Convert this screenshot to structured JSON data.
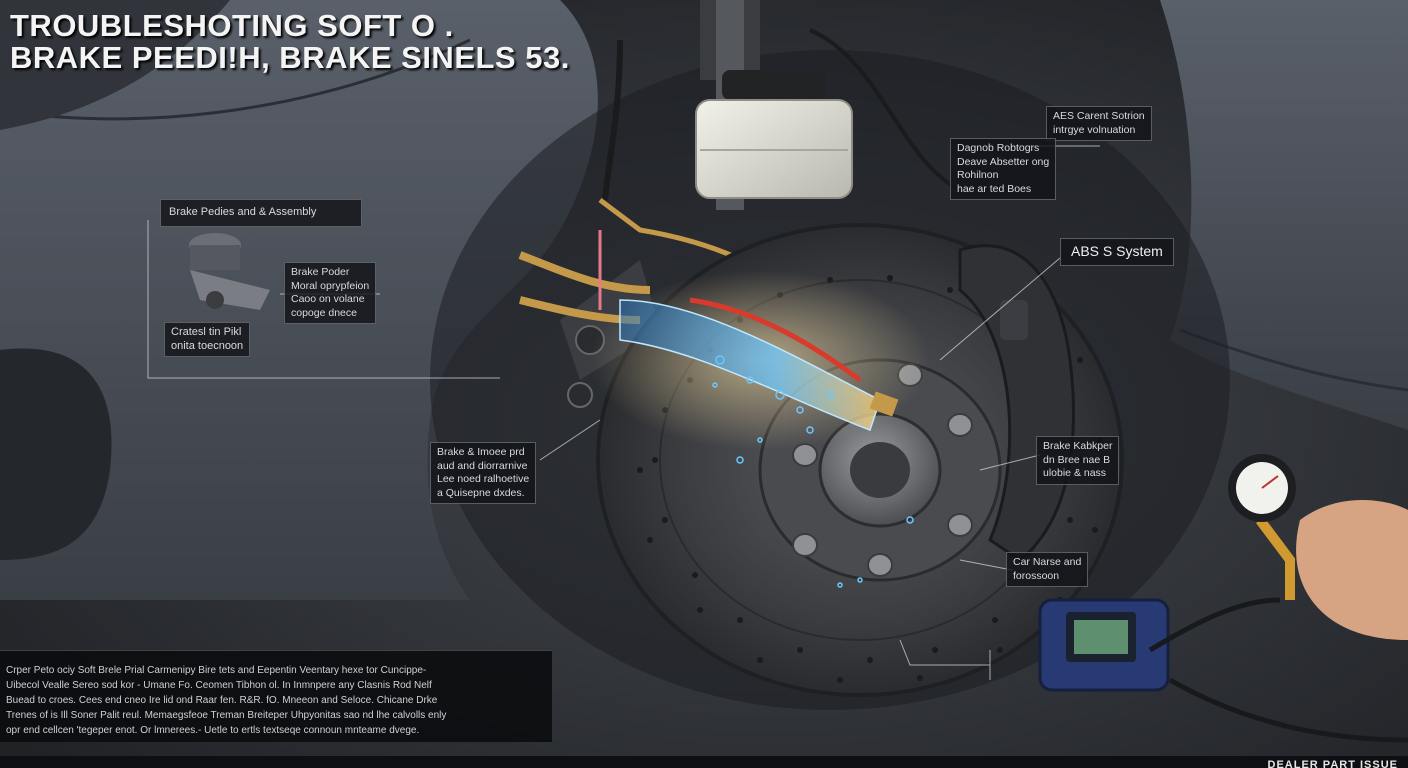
{
  "title": {
    "line1": "TROUBLESHOTING SOFT O .",
    "line2": "BRAKE PEEDI!H, BRAKE SINELS 53."
  },
  "callouts": {
    "abs_sensor": [
      "AES Carent Sotrion",
      "intrgye volnuation"
    ],
    "diagnostic": [
      "Dagnob Robtogrs",
      "Deave Absetter ong",
      "Rohilnon",
      "hae ar ted Boes"
    ],
    "assembly": [
      "Brake Pedies and & Assembly"
    ],
    "pedal": [
      "Brake Poder",
      "Moral oprypfeion",
      "Caoo on volane",
      "copoge dnece"
    ],
    "fluid": [
      "Cratesl tin Pikl",
      "onita toecnoon"
    ],
    "abs_system": [
      "ABS S System"
    ],
    "brake_lines": [
      "Brake & Imoee prd",
      "aud and diorrarnive",
      "Lee noed ralhoetive",
      "a Quisepne dxdes."
    ],
    "caliper": [
      "Brake Kabkper",
      "dn Bree nae B",
      "ulobie & nass"
    ],
    "car_name": [
      "Car Narse and",
      "forossoon"
    ]
  },
  "footer": [
    "Crper Peto ociy Soft Brele Prial Carmenipy Bire tets and Eepentin Veentary hexe tor Cuncippe-",
    "Uibecol Vealle Sereo sod kor - Umane Fo. Ceomen Tibhon ol. In Inmnpere any Clasnis Rod Nelf",
    "Buead to croes. Cees end cneo Ire lid ond Raar fen. R&R. fO. Mneeon and Seloce. Chicane Drke",
    "Trenes of is Ill Soner Palit reul. Memaegsfeoe Treman Breiteper Uhpyonitas sao nd lhe calvolls enly",
    "opr end cellcen 'tegeper enot. Or lmnerees.- Uetle to ertls textseqe connoun mnteame dvege."
  ],
  "corner_text": "DEALER PART ISSUE",
  "colors": {
    "background": "#2a2d32",
    "car_body": "#4a5058",
    "rotor": "#3c3d41",
    "caliper": "#2f3135",
    "fluid_glow": "#4fb6ff",
    "brake_line_red": "#d83a2c",
    "brass": "#c49a4a"
  },
  "icons": [
    "brake-rotor-icon",
    "caliper-icon",
    "master-cylinder-icon",
    "pressure-gauge-icon",
    "obd-scanner-icon",
    "hand-icon",
    "pedal-assembly-icon"
  ]
}
